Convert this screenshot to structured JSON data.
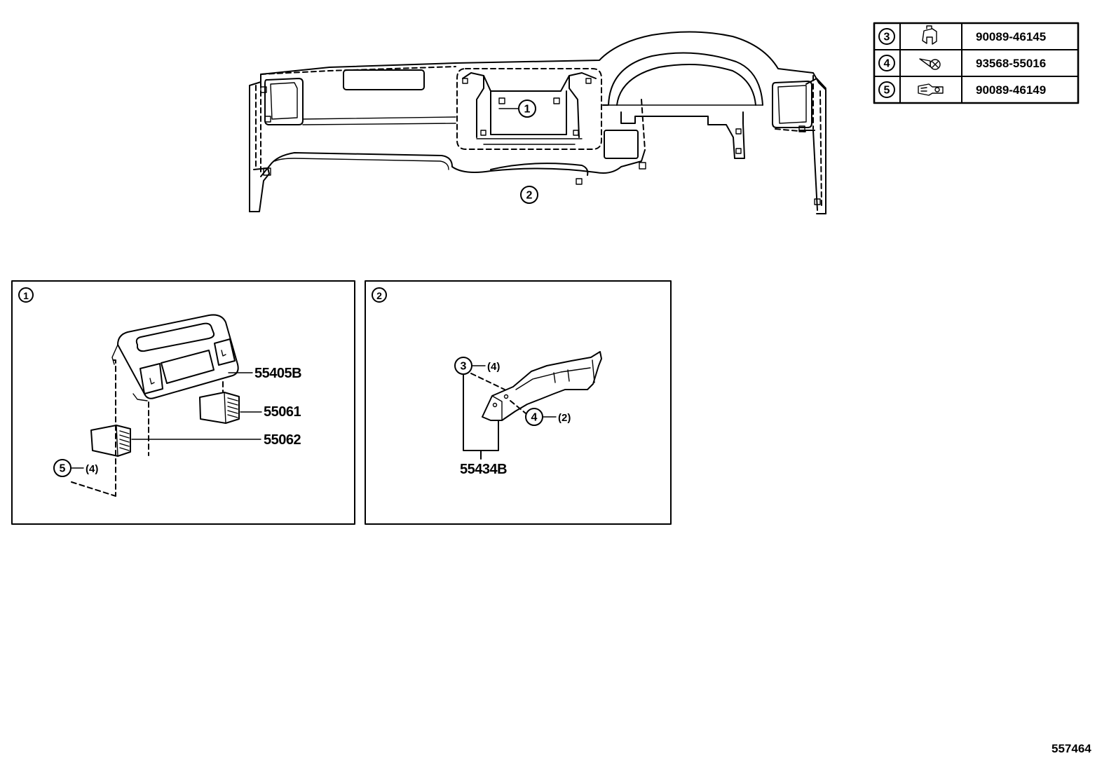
{
  "diagram": {
    "overview": {
      "callout_1": "1",
      "callout_2": "2"
    },
    "parts_table": {
      "rows": [
        {
          "ref": "3",
          "icon": "clip-icon",
          "part_number": "90089-46145"
        },
        {
          "ref": "4",
          "icon": "screw-icon",
          "part_number": "93568-55016"
        },
        {
          "ref": "5",
          "icon": "retainer-clip-icon",
          "part_number": "90089-46149"
        }
      ]
    },
    "detail_1": {
      "ref": "1",
      "parts": {
        "panel": "55405B",
        "vent_upper": "55061",
        "vent_lower": "55062"
      },
      "fastener": {
        "ref": "5",
        "qty": "(4)"
      }
    },
    "detail_2": {
      "ref": "2",
      "part": "55434B",
      "fasteners": [
        {
          "ref": "3",
          "qty": "(4)"
        },
        {
          "ref": "4",
          "qty": "(2)"
        }
      ]
    },
    "illustration_id": "557464"
  },
  "colors": {
    "line": "#000000",
    "background": "#ffffff"
  }
}
